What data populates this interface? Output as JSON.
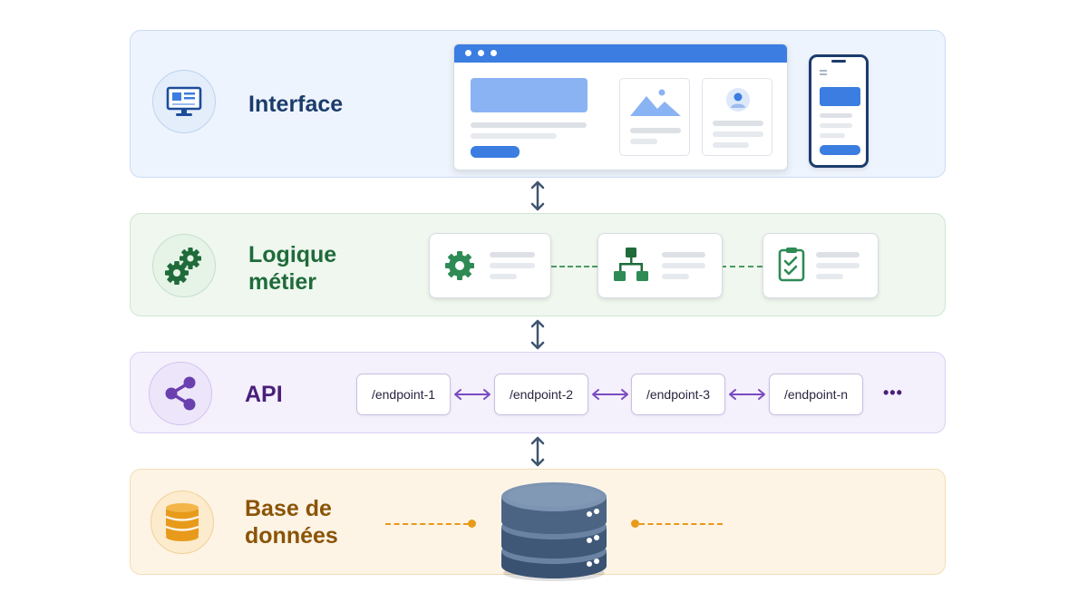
{
  "layers": {
    "interface": {
      "title_lines": [
        "Interface"
      ]
    },
    "logic": {
      "title_lines": [
        "Logique",
        "métier"
      ]
    },
    "api": {
      "title_lines": [
        "API"
      ],
      "endpoints": [
        "/endpoint-1",
        "/endpoint-2",
        "/endpoint-3",
        "/endpoint-n"
      ],
      "more": "•••"
    },
    "database": {
      "title_lines": [
        "Base de",
        "données"
      ]
    }
  },
  "colors": {
    "interface": "#1b3c6b",
    "interface_accent": "#3b7de0",
    "logic": "#1f6b3a",
    "logic_accent": "#2e8b55",
    "api": "#4a1f7a",
    "api_accent": "#7a4bc0",
    "database": "#8a5406",
    "database_accent": "#e89a1a",
    "connector": "#3f5570",
    "database_cylinder": "#4b6484"
  },
  "icons": {
    "interface": "desktop-monitor-icon",
    "logic": "gears-icon",
    "api": "share-nodes-icon",
    "database": "database-stack-icon",
    "logic_cards": [
      "gear-icon",
      "sitemap-icon",
      "checklist-icon"
    ]
  }
}
